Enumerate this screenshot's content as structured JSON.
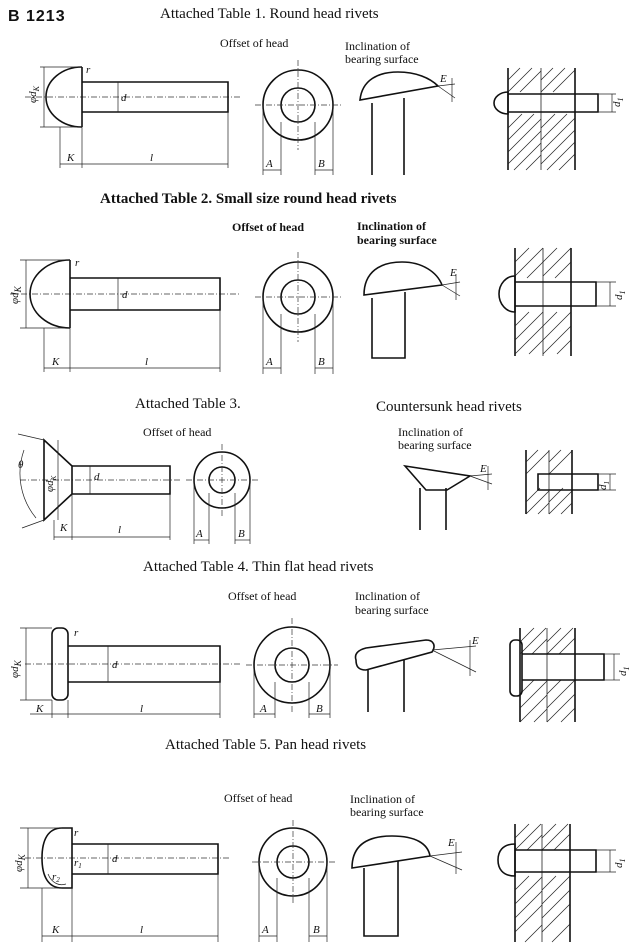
{
  "doc_code": "B 1213",
  "tables": [
    {
      "title": "Attached Table 1.  Round head rivets",
      "offset_label": "Offset of head",
      "incl_label": [
        "Inclination of",
        "bearing surface"
      ],
      "dims": {
        "dk": "φd",
        "dk_sub": "K",
        "d": "d",
        "K": "K",
        "l": "l",
        "A": "A",
        "B": "B",
        "E": "E",
        "d1": "d",
        "d1_sub": "1",
        "r": "r"
      }
    },
    {
      "title": "Attached Table 2.  Small size round head rivets",
      "offset_label": "Offset of head",
      "incl_label": [
        "Inclination of",
        "bearing surface"
      ],
      "dims": {
        "dk": "φd",
        "dk_sub": "K",
        "d": "d",
        "K": "K",
        "l": "l",
        "A": "A",
        "B": "B",
        "E": "E",
        "d1": "d",
        "d1_sub": "1",
        "r": "r"
      }
    },
    {
      "title": "Attached Table 3.",
      "title_right": "Countersunk head rivets",
      "offset_label": "Offset of head",
      "incl_label": [
        "Inclination of",
        "bearing surface"
      ],
      "dims": {
        "theta": "θ",
        "dk": "φd",
        "dk_sub": "K",
        "d": "d",
        "K": "K",
        "l": "l",
        "A": "A",
        "B": "B",
        "E": "E",
        "d1": "d",
        "d1_sub": "1"
      }
    },
    {
      "title": "Attached Table 4.  Thin flat head rivets",
      "offset_label": "Offset of head",
      "incl_label": [
        "Inclination of",
        "bearing surface"
      ],
      "dims": {
        "dk": "φd",
        "dk_sub": "K",
        "d": "d",
        "K": "K",
        "l": "l",
        "A": "A",
        "B": "B",
        "E": "E",
        "d1": "d",
        "d1_sub": "1",
        "r": "r"
      }
    },
    {
      "title": "Attached Table 5.  Pan head rivets",
      "offset_label": "Offset of head",
      "incl_label": [
        "Inclination of",
        "bearing surface"
      ],
      "dims": {
        "dk": "φd",
        "dk_sub": "K",
        "d": "d",
        "K": "K",
        "l": "l",
        "A": "A",
        "B": "B",
        "E": "E",
        "d1": "d",
        "d1_sub": "1",
        "r": "r",
        "r1": "r",
        "r1_sub": "1",
        "r2": "r",
        "r2_sub": "2"
      }
    }
  ]
}
